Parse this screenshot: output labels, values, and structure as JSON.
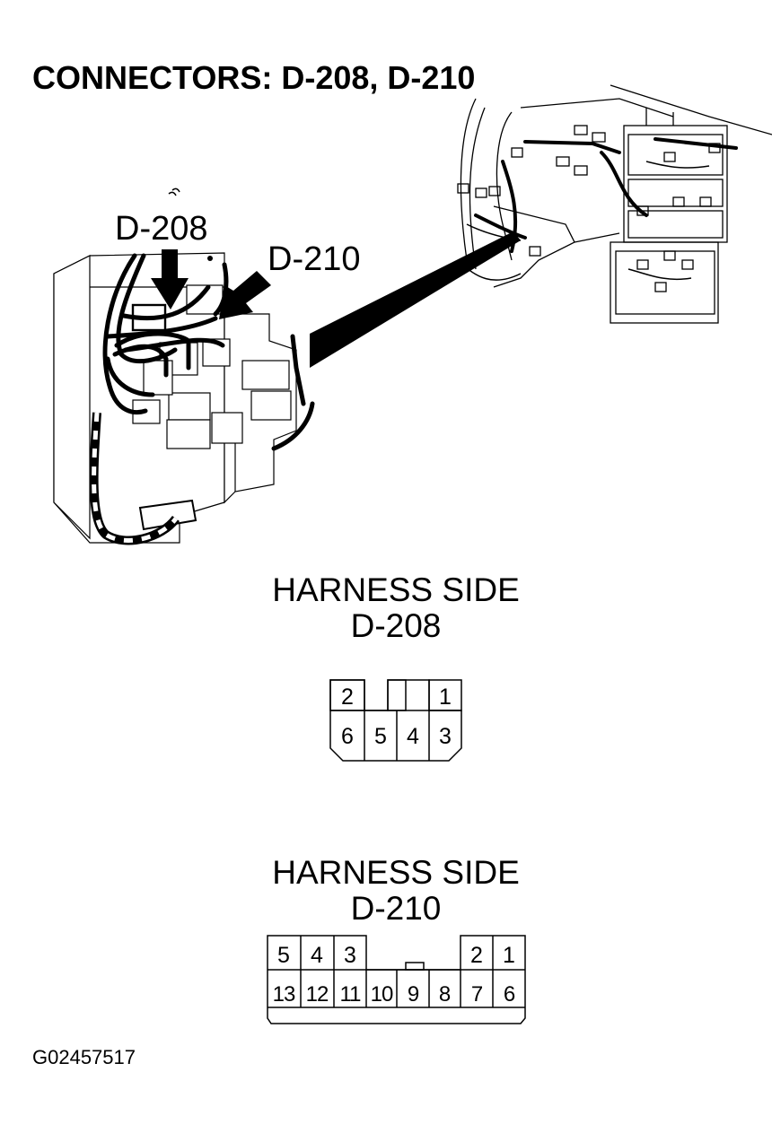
{
  "title": "CONNECTORS: D-208, D-210",
  "callouts": {
    "d208": "D-208",
    "d210": "D-210"
  },
  "harness_d208": {
    "heading": "HARNESS SIDE",
    "name": "D-208",
    "top_pins": [
      "2",
      "1"
    ],
    "bottom_pins": [
      "6",
      "5",
      "4",
      "3"
    ]
  },
  "harness_d210": {
    "heading": "HARNESS SIDE",
    "name": "D-210",
    "top_left_pins": [
      "5",
      "4",
      "3"
    ],
    "top_right_pins": [
      "2",
      "1"
    ],
    "bottom_pins": [
      "13",
      "12",
      "11",
      "10",
      "9",
      "8",
      "7",
      "6"
    ]
  },
  "figure_code": "G02457517"
}
